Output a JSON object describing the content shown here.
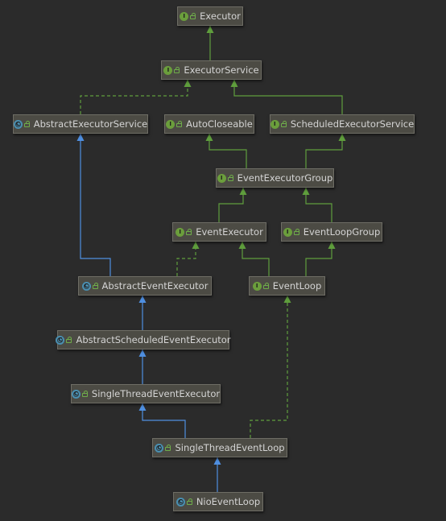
{
  "diagram": {
    "nodes": [
      {
        "id": "executor",
        "label": "Executor",
        "kind": "interface",
        "kind_icon": "interface-icon",
        "visibility_icon": "public-lock-icon"
      },
      {
        "id": "executor-service",
        "label": "ExecutorService",
        "kind": "interface",
        "kind_icon": "interface-icon",
        "visibility_icon": "public-lock-icon"
      },
      {
        "id": "abstract-executor-service",
        "label": "AbstractExecutorService",
        "kind": "abstract-class",
        "kind_icon": "abstract-class-icon",
        "visibility_icon": "public-lock-icon"
      },
      {
        "id": "auto-closeable",
        "label": "AutoCloseable",
        "kind": "interface",
        "kind_icon": "interface-icon",
        "visibility_icon": "public-lock-icon"
      },
      {
        "id": "scheduled-executor-service",
        "label": "ScheduledExecutorService",
        "kind": "interface",
        "kind_icon": "interface-icon",
        "visibility_icon": "public-lock-icon"
      },
      {
        "id": "event-executor-group",
        "label": "EventExecutorGroup",
        "kind": "interface",
        "kind_icon": "interface-icon",
        "visibility_icon": "public-lock-icon"
      },
      {
        "id": "event-executor",
        "label": "EventExecutor",
        "kind": "interface",
        "kind_icon": "interface-icon",
        "visibility_icon": "public-lock-icon"
      },
      {
        "id": "event-loop-group",
        "label": "EventLoopGroup",
        "kind": "interface",
        "kind_icon": "interface-icon",
        "visibility_icon": "public-lock-icon"
      },
      {
        "id": "abstract-event-executor",
        "label": "AbstractEventExecutor",
        "kind": "abstract-class",
        "kind_icon": "abstract-class-icon",
        "visibility_icon": "public-lock-icon"
      },
      {
        "id": "event-loop",
        "label": "EventLoop",
        "kind": "interface",
        "kind_icon": "interface-icon",
        "visibility_icon": "public-lock-icon"
      },
      {
        "id": "abstract-scheduled-event-executor",
        "label": "AbstractScheduledEventExecutor",
        "kind": "abstract-class",
        "kind_icon": "abstract-class-icon",
        "visibility_icon": "public-lock-icon"
      },
      {
        "id": "single-thread-event-executor",
        "label": "SingleThreadEventExecutor",
        "kind": "abstract-class",
        "kind_icon": "abstract-class-icon",
        "visibility_icon": "public-lock-icon"
      },
      {
        "id": "single-thread-event-loop",
        "label": "SingleThreadEventLoop",
        "kind": "abstract-class",
        "kind_icon": "abstract-class-icon",
        "visibility_icon": "public-lock-icon"
      },
      {
        "id": "nio-event-loop",
        "label": "NioEventLoop",
        "kind": "class",
        "kind_icon": "class-icon",
        "visibility_icon": "public-lock-icon"
      }
    ],
    "edges": [
      {
        "from": "executor-service",
        "to": "executor",
        "type": "extends-interface"
      },
      {
        "from": "abstract-executor-service",
        "to": "executor-service",
        "type": "implements"
      },
      {
        "from": "scheduled-executor-service",
        "to": "executor-service",
        "type": "extends-interface"
      },
      {
        "from": "event-executor-group",
        "to": "auto-closeable",
        "type": "extends-interface"
      },
      {
        "from": "event-executor-group",
        "to": "scheduled-executor-service",
        "type": "extends-interface"
      },
      {
        "from": "event-executor",
        "to": "event-executor-group",
        "type": "extends-interface"
      },
      {
        "from": "event-loop-group",
        "to": "event-executor-group",
        "type": "extends-interface"
      },
      {
        "from": "abstract-event-executor",
        "to": "abstract-executor-service",
        "type": "extends-class"
      },
      {
        "from": "abstract-event-executor",
        "to": "event-executor",
        "type": "implements"
      },
      {
        "from": "event-loop",
        "to": "event-executor",
        "type": "extends-interface"
      },
      {
        "from": "event-loop",
        "to": "event-loop-group",
        "type": "extends-interface"
      },
      {
        "from": "abstract-scheduled-event-executor",
        "to": "abstract-event-executor",
        "type": "extends-class"
      },
      {
        "from": "single-thread-event-executor",
        "to": "abstract-scheduled-event-executor",
        "type": "extends-class"
      },
      {
        "from": "single-thread-event-loop",
        "to": "single-thread-event-executor",
        "type": "extends-class"
      },
      {
        "from": "single-thread-event-loop",
        "to": "event-loop",
        "type": "implements"
      },
      {
        "from": "nio-event-loop",
        "to": "single-thread-event-loop",
        "type": "extends-class"
      }
    ],
    "colors": {
      "background": "#2b2b2b",
      "node_fill": "#4c4b44",
      "node_border": "#6e6d65",
      "node_text": "#d4d4d4",
      "interface_edge": "#5f9e3d",
      "class_edge": "#4f8fe0",
      "interface_icon": "#6b9e3c",
      "class_icon": "#4b8fb0"
    }
  }
}
